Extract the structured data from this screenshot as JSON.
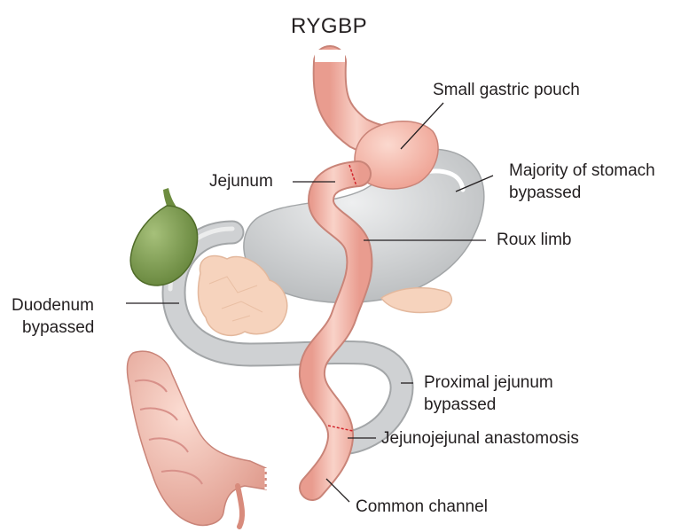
{
  "title": "RYGBP",
  "labels": {
    "pouch": "Small gastric pouch",
    "stomach_1": "Majority of stomach",
    "stomach_2": "bypassed",
    "jejunum": "Jejunum",
    "roux": "Roux limb",
    "duodenum_1": "Duodenum",
    "duodenum_2": "bypassed",
    "proximal_1": "Proximal jejunum",
    "proximal_2": "bypassed",
    "anastomosis": "Jejunojejunal anastomosis",
    "common": "Common channel"
  },
  "colors": {
    "text": "#231f20",
    "leader": "#231f20",
    "bowel_pink": "#f2b0a4",
    "bowel_pink_light": "#f9d2c8",
    "bowel_outline": "#c98478",
    "bypassed_gray": "#c9cbcd",
    "bypassed_gray_light": "#e4e5e6",
    "gallbladder": "#7a9a4c",
    "pancreas": "#f6d3bd",
    "colon": "#f0b8aa",
    "staple_line": "#d2232a"
  }
}
